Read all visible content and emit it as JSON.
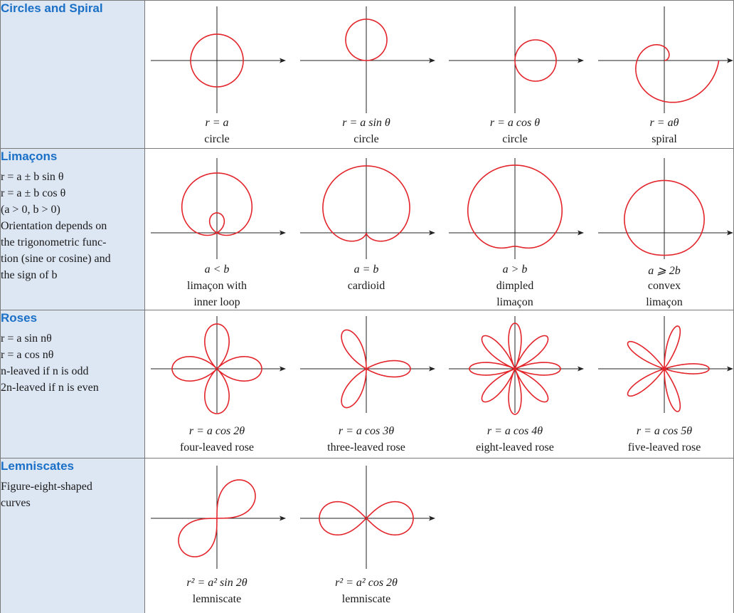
{
  "sections": [
    {
      "id": "circles",
      "title": "Circles and Spiral",
      "lines": [],
      "plots": [
        {
          "caption1": "r = a",
          "caption2": "circle",
          "curve": "circle-center"
        },
        {
          "caption1": "r = a sin θ",
          "caption2": "circle",
          "curve": "circle-up"
        },
        {
          "caption1": "r = a cos θ",
          "caption2": "circle",
          "curve": "circle-right"
        },
        {
          "caption1": "r = aθ",
          "caption2": "spiral",
          "curve": "spiral"
        }
      ]
    },
    {
      "id": "limacons",
      "title": "Limaçons",
      "lines": [
        "r = a ± b sin θ",
        "r = a ± b cos θ",
        "(a > 0, b > 0)",
        "Orientation depends on",
        "the trigonometric func-",
        "tion (sine or cosine) and",
        "the sign of b"
      ],
      "plots": [
        {
          "caption1": "a < b",
          "caption2": "limaçon with",
          "caption3": "inner loop",
          "curve": "limacon-inner"
        },
        {
          "caption1": "a = b",
          "caption2": "cardioid",
          "curve": "cardioid"
        },
        {
          "caption1": "a > b",
          "caption2": "dimpled",
          "caption3": "limaçon",
          "curve": "limacon-dimpled"
        },
        {
          "caption1": "a ⩾ 2b",
          "caption2": "convex",
          "caption3": "limaçon",
          "curve": "limacon-convex"
        }
      ]
    },
    {
      "id": "roses",
      "title": "Roses",
      "lines": [
        "r = a sin nθ",
        "r = a cos nθ",
        "n-leaved if n is odd",
        "2n-leaved if n is even"
      ],
      "plots": [
        {
          "caption1": "r = a cos 2θ",
          "caption2": "four-leaved rose",
          "curve": "rose2"
        },
        {
          "caption1": "r = a cos 3θ",
          "caption2": "three-leaved rose",
          "curve": "rose3"
        },
        {
          "caption1": "r = a cos 4θ",
          "caption2": "eight-leaved rose",
          "curve": "rose4"
        },
        {
          "caption1": "r = a cos 5θ",
          "caption2": "five-leaved rose",
          "curve": "rose5"
        }
      ]
    },
    {
      "id": "lemniscates",
      "title": "Lemniscates",
      "lines": [
        "Figure-eight-shaped",
        "curves"
      ],
      "plots": [
        {
          "caption1": "r² = a² sin 2θ",
          "caption2": "lemniscate",
          "curve": "lemniscate-sin"
        },
        {
          "caption1": "r² = a² cos 2θ",
          "caption2": "lemniscate",
          "curve": "lemniscate-cos"
        }
      ]
    }
  ],
  "colors": {
    "sidebar_bg": "#dde6f3",
    "title": "#1a70c7",
    "curve": "#e3242b",
    "border": "#7a7a7a"
  }
}
